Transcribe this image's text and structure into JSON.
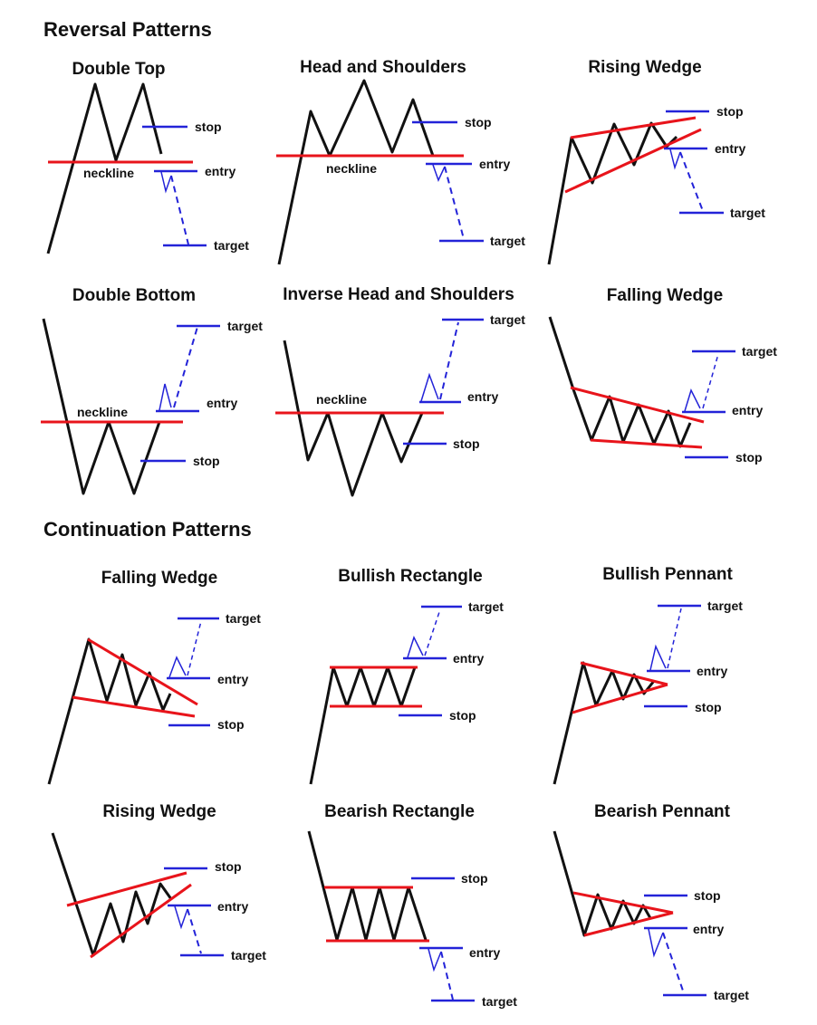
{
  "sections": [
    {
      "id": "reversal",
      "heading": "Reversal Patterns"
    },
    {
      "id": "continuation",
      "heading": "Continuation Patterns"
    }
  ],
  "patterns": [
    {
      "id": "double-top",
      "title": "Double Top",
      "neckline": "neckline",
      "levels": {
        "stop": "stop",
        "entry": "entry",
        "target": "target"
      }
    },
    {
      "id": "head-and-shoulders",
      "title": "Head and Shoulders",
      "neckline": "neckline",
      "levels": {
        "stop": "stop",
        "entry": "entry",
        "target": "target"
      }
    },
    {
      "id": "rising-wedge-reversal",
      "title": "Rising Wedge",
      "levels": {
        "stop": "stop",
        "entry": "entry",
        "target": "target"
      }
    },
    {
      "id": "double-bottom",
      "title": "Double Bottom",
      "neckline": "neckline",
      "levels": {
        "target": "target",
        "entry": "entry",
        "stop": "stop"
      }
    },
    {
      "id": "inverse-head-and-shoulders",
      "title": "Inverse Head and Shoulders",
      "neckline": "neckline",
      "levels": {
        "target": "target",
        "entry": "entry",
        "stop": "stop"
      }
    },
    {
      "id": "falling-wedge-reversal",
      "title": "Falling Wedge",
      "levels": {
        "target": "target",
        "entry": "entry",
        "stop": "stop"
      }
    },
    {
      "id": "falling-wedge-continuation",
      "title": "Falling Wedge",
      "levels": {
        "target": "target",
        "entry": "entry",
        "stop": "stop"
      }
    },
    {
      "id": "bullish-rectangle",
      "title": "Bullish Rectangle",
      "levels": {
        "target": "target",
        "entry": "entry",
        "stop": "stop"
      }
    },
    {
      "id": "bullish-pennant",
      "title": "Bullish Pennant",
      "levels": {
        "target": "target",
        "entry": "entry",
        "stop": "stop"
      }
    },
    {
      "id": "rising-wedge-continuation",
      "title": "Rising Wedge",
      "levels": {
        "stop": "stop",
        "entry": "entry",
        "target": "target"
      }
    },
    {
      "id": "bearish-rectangle",
      "title": "Bearish Rectangle",
      "levels": {
        "stop": "stop",
        "entry": "entry",
        "target": "target"
      }
    },
    {
      "id": "bearish-pennant",
      "title": "Bearish Pennant",
      "levels": {
        "stop": "stop",
        "entry": "entry",
        "target": "target"
      }
    }
  ],
  "colors": {
    "price": "#111111",
    "pattern_line": "#e8141b",
    "level": "#2323d8",
    "text": "#111111",
    "background": "#ffffff"
  }
}
